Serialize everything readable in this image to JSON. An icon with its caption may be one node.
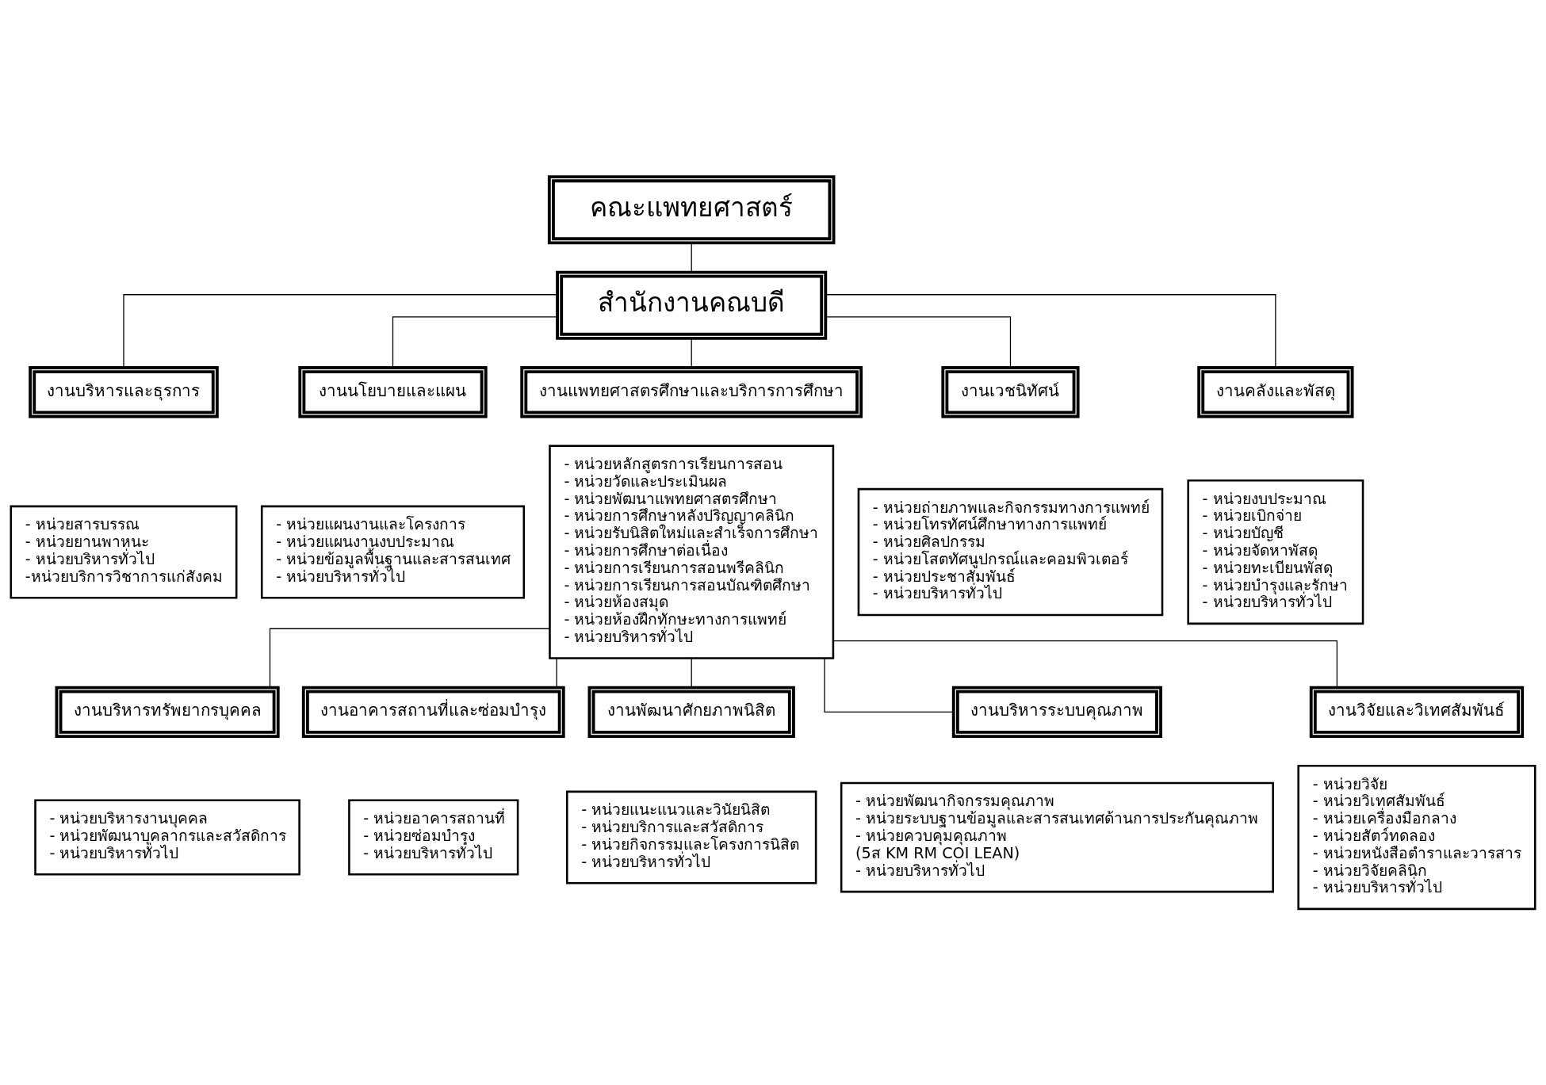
{
  "diagram": {
    "nodes": [
      {
        "text": [
          "คณะแพทยศาสตร์"
        ]
      },
      {
        "text": [
          "สำนักงานคณบดี"
        ]
      },
      {
        "text": [
          "งานบริหารและธุรการ"
        ]
      },
      {
        "text": [
          "- หน่วยสารบรรณ",
          "- หน่วยยานพาหนะ",
          "- หน่วยบริหารทั่วไป",
          "-หน่วยบริการวิชาการแก่สังคม"
        ]
      },
      {
        "text": [
          "งานนโยบายและแผน"
        ]
      },
      {
        "text": [
          "- หน่วยแผนงานและโครงการ",
          "- หน่วยแผนงานงบประมาณ",
          "- หน่วยข้อมูลพื้นฐานและสารสนเทศ",
          "- หน่วยบริหารทั่วไป"
        ]
      },
      {
        "text": [
          "งานแพทยศาสตรศึกษาและบริการการศึกษา"
        ]
      },
      {
        "text": [
          "- หน่วยหลักสูตรการเรียนการสอน",
          "- หน่วยวัดและประเมินผล",
          "- หน่วยพัฒนาแพทยศาสตรศึกษา",
          "- หน่วยการศึกษาหลังปริญญาคลินิก",
          "- หน่วยรับนิสิตใหม่และสำเร็จการศึกษา",
          "- หน่วยการศึกษาต่อเนื่อง",
          "- หน่วยการเรียนการสอนพรีคลินิก",
          "- หน่วยการเรียนการสอนบัณฑิตศึกษา",
          "- หน่วยห้องสมุด",
          "- หน่วยห้องฝึกทักษะทางการแพทย์",
          "- หน่วยบริหารทั่วไป"
        ]
      },
      {
        "text": [
          "งานเวชนิทัศน์"
        ]
      },
      {
        "text": [
          "- หน่วยถ่ายภาพและกิจกรรมทางการแพทย์",
          "- หน่วยโทรทัศน์ศึกษาทางการแพทย์",
          "- หน่วยศิลปกรรม",
          "- หน่วยโสตทัศนูปกรณ์และคอมพิวเตอร์",
          "- หน่วยประชาสัมพันธ์",
          "- หน่วยบริหารทั่วไป"
        ]
      },
      {
        "text": [
          "งานคลังและพัสดุ"
        ]
      },
      {
        "text": [
          "- หน่วยงบประมาณ",
          "- หน่วยเบิกจ่าย",
          "- หน่วยบัญชี",
          "- หน่วยจัดหาพัสดุ",
          "- หน่วยทะเบียนพัสดุ",
          "- หน่วยบำรุงและรักษา",
          "- หน่วยบริหารทั่วไป"
        ]
      },
      {
        "text": [
          "งานบริหารทรัพยากรบุคคล"
        ]
      },
      {
        "text": [
          "- หน่วยบริหารงานบุคคล",
          "- หน่วยพัฒนาบุคลากรและสวัสดิการ",
          "- หน่วยบริหารทั่วไป"
        ]
      },
      {
        "text": [
          "งานอาคารสถานที่และซ่อมบำรุง"
        ]
      },
      {
        "text": [
          "- หน่วยอาคารสถานที่",
          "- หน่วยซ่อมบำรุง",
          "- หน่วยบริหารทั่วไป"
        ]
      },
      {
        "text": [
          "งานพัฒนาศักยภาพนิสิต"
        ]
      },
      {
        "text": [
          "- หน่วยแนะแนวและวินัยนิสิต",
          "- หน่วยบริการและสวัสดิการ",
          "- หน่วยกิจกรรมและโครงการนิสิต",
          "- หน่วยบริหารทั่วไป"
        ]
      },
      {
        "text": [
          "งานบริหารระบบคุณภาพ"
        ]
      },
      {
        "text": [
          "- หน่วยพัฒนากิจกรรมคุณภาพ",
          "- หน่วยระบบฐานข้อมูลและสารสนเทศด้านการประกันคุณภาพ",
          "- หน่วยควบคุมคุณภาพ",
          "(5ส KM RM COI LEAN)",
          "- หน่วยบริหารทั่วไป"
        ]
      },
      {
        "text": [
          "งานวิจัยและวิเทศสัมพันธ์"
        ]
      },
      {
        "text": [
          "- หน่วยวิจัย",
          "- หน่วยวิเทศสัมพันธ์",
          "- หน่วยเครื่องมือกลาง",
          "- หน่วยสัตว์ทดลอง",
          "- หน่วยหนังสือตำราและวารสาร",
          "- หน่วยวิจัยคลินิก",
          "- หน่วยบริหารทั่วไป"
        ]
      }
    ],
    "edges": [
      {
        "from": 0,
        "to": 1,
        "arrow": "none"
      },
      {
        "from": 1,
        "to": 2,
        "arrow": "none"
      },
      {
        "from": 1,
        "to": 4,
        "arrow": "none"
      },
      {
        "from": 1,
        "to": 6,
        "arrow": "none"
      },
      {
        "from": 1,
        "to": 8,
        "arrow": "none"
      },
      {
        "from": 1,
        "to": 10,
        "arrow": "none"
      },
      {
        "from": 7,
        "to": 12,
        "arrow": "none"
      },
      {
        "from": 7,
        "to": 14,
        "arrow": "none"
      },
      {
        "from": 7,
        "to": 16,
        "arrow": "none"
      },
      {
        "from": 7,
        "to": 18,
        "arrow": "none"
      },
      {
        "from": 7,
        "to": 20,
        "arrow": "none"
      }
    ]
  }
}
